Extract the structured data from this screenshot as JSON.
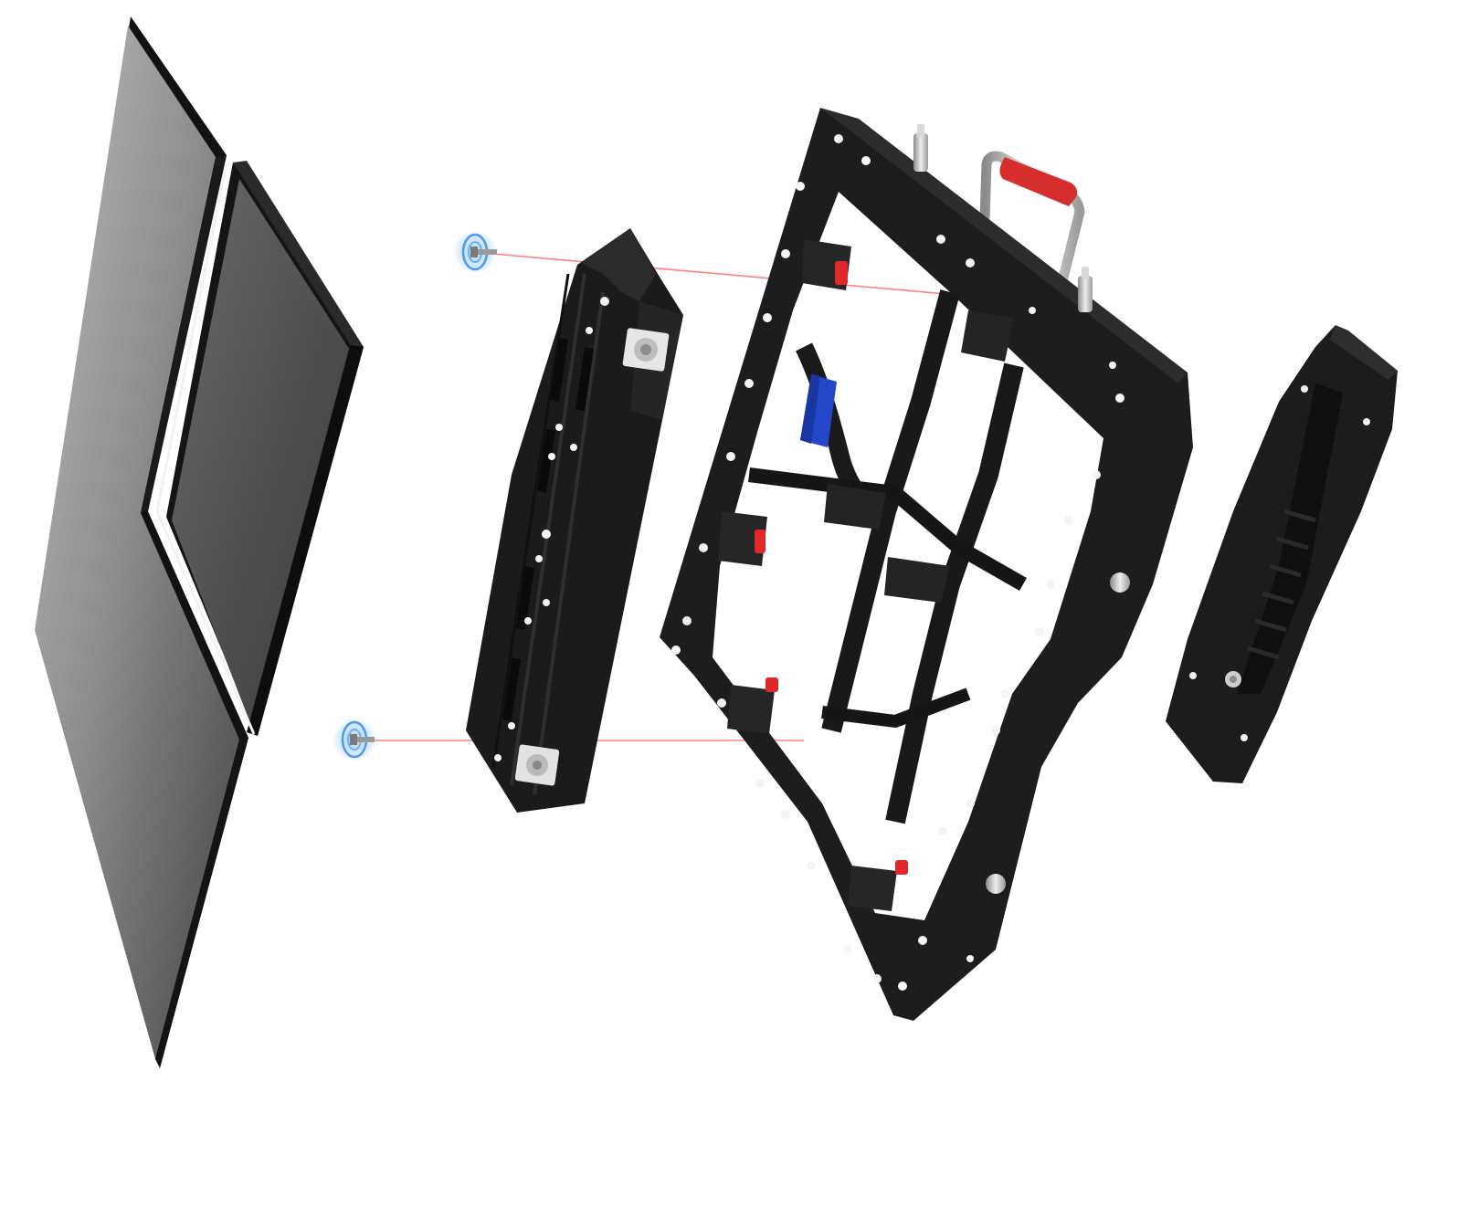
{
  "diagram": {
    "kind": "exploded-view",
    "components": [
      {
        "id": "led-panel",
        "icon": "led-panel-icon"
      },
      {
        "id": "power-box",
        "icon": "power-box-icon"
      },
      {
        "id": "cabinet-frame",
        "icon": "cabinet-frame-icon"
      },
      {
        "id": "rear-cover",
        "icon": "rear-cover-icon"
      }
    ],
    "fasteners": 2,
    "alignment_lines": 2
  },
  "colors": {
    "background": "#ffffff",
    "body": "#1f1f1f",
    "body_edge": "#0c0c0c",
    "panel_face_light": "#9a9a9a",
    "panel_face_dark": "#4a4a4a",
    "handle_grip": "#d62d2d",
    "handle_metal": "#c4c4c4",
    "clip_red": "#e0282a",
    "blue_strap": "#2347c9",
    "guide_line": "#ff6b6b",
    "screw_glow": "#5aa8f0",
    "connector": "#e6e6e6"
  }
}
